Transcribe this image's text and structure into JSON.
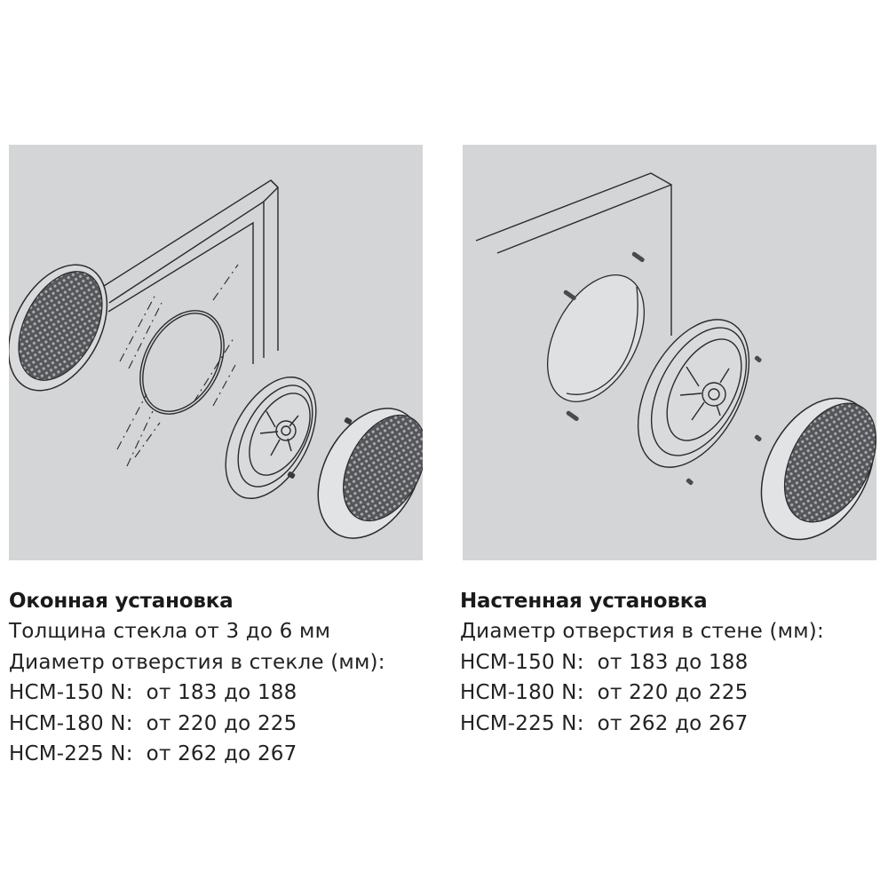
{
  "panels": {
    "left": {
      "illustration": "window-installation-exploded-view",
      "background": "#d4d5d7"
    },
    "right": {
      "illustration": "wall-installation-exploded-view",
      "background": "#d4d5d7"
    }
  },
  "captions": {
    "left": {
      "title": "Оконная установка",
      "lines": [
        "Толщина стекла от 3 до 6 мм",
        "Диаметр отверстия в стекле (мм):",
        "НСМ-150 N:  от 183 до 188",
        "НСМ-180 N:  от 220 до 225",
        "НСМ-225 N:  от 262 до 267"
      ]
    },
    "right": {
      "title": "Настенная установка",
      "lines": [
        "Диаметр отверстия в стене (мм):",
        "НСМ-150 N:  от 183 до 188",
        "НСМ-180 N:  от 220 до 225",
        "НСМ-225 N:  от 262 до 267"
      ]
    }
  },
  "models": [
    {
      "name": "НСМ-150 N",
      "hole_min_mm": 183,
      "hole_max_mm": 188
    },
    {
      "name": "НСМ-180 N",
      "hole_min_mm": 220,
      "hole_max_mm": 225
    },
    {
      "name": "НСМ-225 N",
      "hole_min_mm": 262,
      "hole_max_mm": 267
    }
  ],
  "glass_thickness": {
    "min_mm": 3,
    "max_mm": 6
  }
}
